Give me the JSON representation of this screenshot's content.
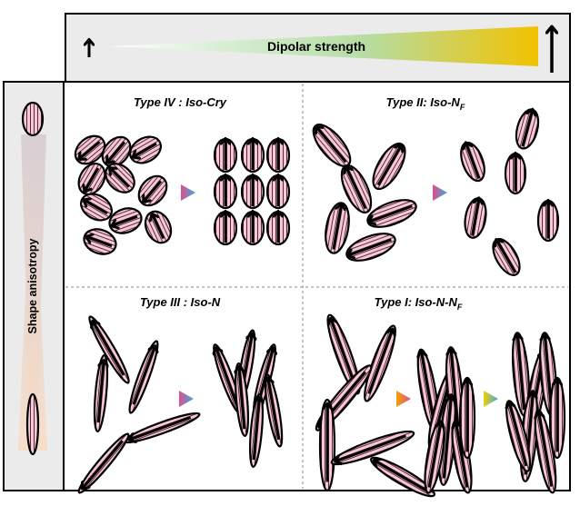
{
  "axes": {
    "horizontal_label": "Dipolar strength",
    "vertical_label": "Shape anisotropy"
  },
  "panels": [
    {
      "id": "top-left",
      "title_main": "Type IV : Iso-Cry",
      "title_sub": ""
    },
    {
      "id": "top-right",
      "title_main": "Type II: Iso-N",
      "title_sub": "F"
    },
    {
      "id": "bottom-left",
      "title_main": "Type III : Iso-N",
      "title_sub": ""
    },
    {
      "id": "bottom-right",
      "title_main": "Type I: Iso-N-N",
      "title_sub": "F"
    }
  ],
  "colors": {
    "particle_fill": "#f4c8d8",
    "stripe": "#5a2a3a",
    "gradient_green": "#d9efd6",
    "gradient_yellow": "#f2c200",
    "shape_bar_top": "#d8cfd4",
    "shape_bar_bottom": "#f9dcc4",
    "side_panel": "#ebebeb",
    "transition_arrow_a": "#e0508a",
    "transition_arrow_b": "#3aa8e0",
    "transition_arrow_orange": "#f6a000"
  }
}
